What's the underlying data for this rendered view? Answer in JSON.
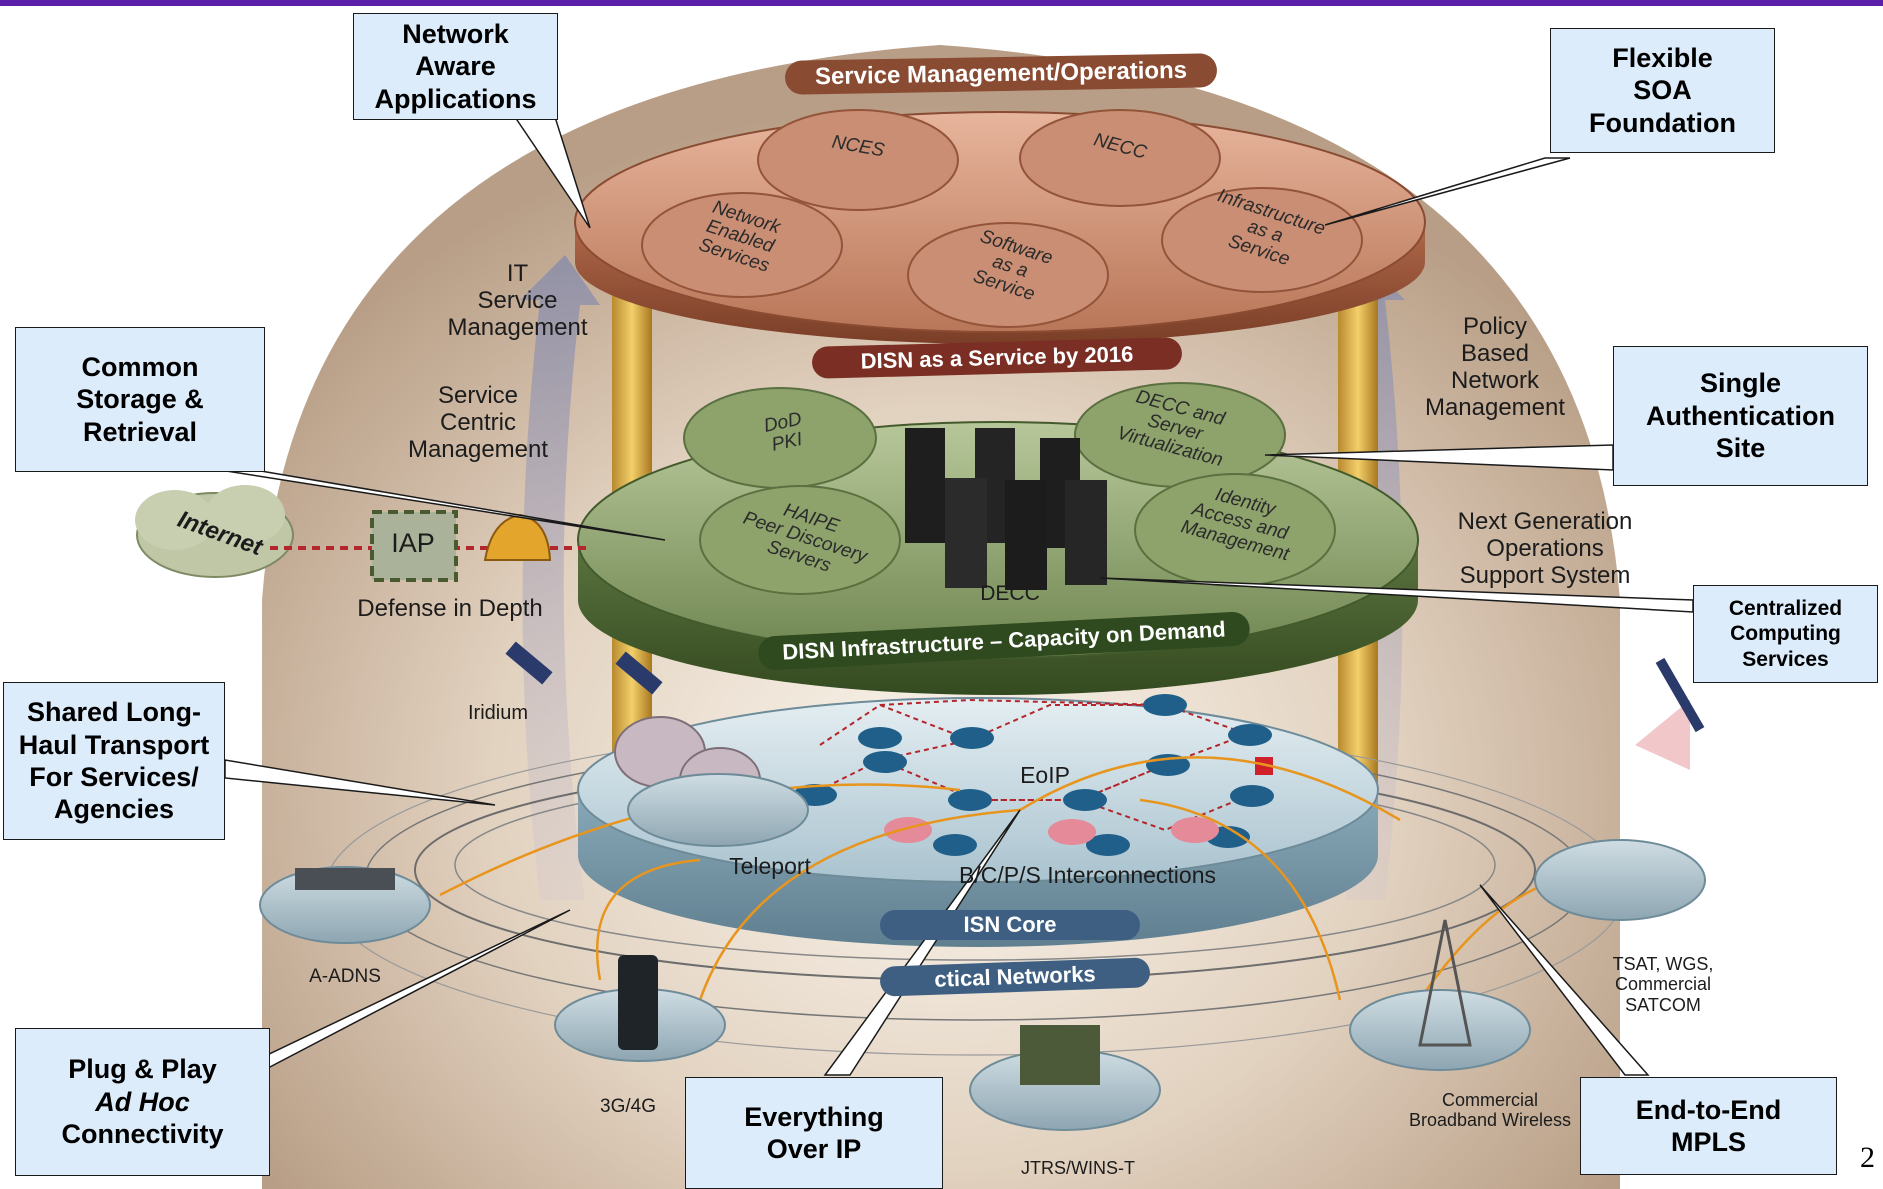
{
  "callouts": {
    "network_aware": "Network\nAware\nApplications",
    "flexible_soa": "Flexible\nSOA\nFoundation",
    "common_storage": "Common\nStorage &\nRetrieval",
    "single_auth": "Single\nAuthentication\nSite",
    "centralized_computing": "Centralized\nComputing\nServices",
    "shared_longhaul": "Shared Long-\nHaul Transport\nFor Services/\nAgencies",
    "plug_play_1": "Plug & Play",
    "plug_play_2": "Ad Hoc",
    "plug_play_3": "Connectivity",
    "everything_ip": "Everything\nOver IP",
    "end_to_end": "End-to-End\nMPLS"
  },
  "bands": {
    "service_mgmt": "Service Management/Operations",
    "disn_service": "DISN as a Service by 2016",
    "disn_infra": "DISN Infrastructure – Capacity on Demand",
    "disn_core": "ISN Core",
    "tactical": "ctical Networks"
  },
  "top_tier": {
    "nces": "NCES",
    "necc": "NECC",
    "nes": "Network\nEnabled\nServices",
    "saas": "Software\nas a\nService",
    "iaas": "Infrastructure\nas a\nService"
  },
  "mid_tier": {
    "dod_pki": "DoD\nPKI",
    "haipe": "HAIPE\nPeer Discovery\nServers",
    "decc_sv": "DECC and\nServer\nVirtualization",
    "identity": "Identity\nAccess and\nManagement",
    "decc": "DECC"
  },
  "side_labels": {
    "it_service": "IT\nService\nManagement",
    "service_centric": "Service\nCentric\nManagement",
    "policy_based": "Policy\nBased\nNetwork\nManagement",
    "next_gen": "Next Generation\nOperations\nSupport System",
    "defense": "Defense in Depth",
    "iap": "IAP",
    "internet": "Internet",
    "iridium": "Iridium"
  },
  "bottom_tier": {
    "eoip": "EoIP",
    "teleport": "Teleport",
    "bcps": "B/C/P/S Interconnections",
    "aadns": "A-ADNS",
    "g3g4": "3G/4G",
    "jtrs": "JTRS/WINS-T",
    "commercial": "Commercial\nBroadband Wireless",
    "tsat": "TSAT, WGS,\nCommercial\nSATCOM"
  },
  "page_number": "2",
  "colors": {
    "topbar": "#5b1fa8",
    "callout_fill": "#dcecfb",
    "band_brown": "#8a4b33",
    "band_green": "#2e4a1e",
    "band_blue": "#3f5f82"
  }
}
